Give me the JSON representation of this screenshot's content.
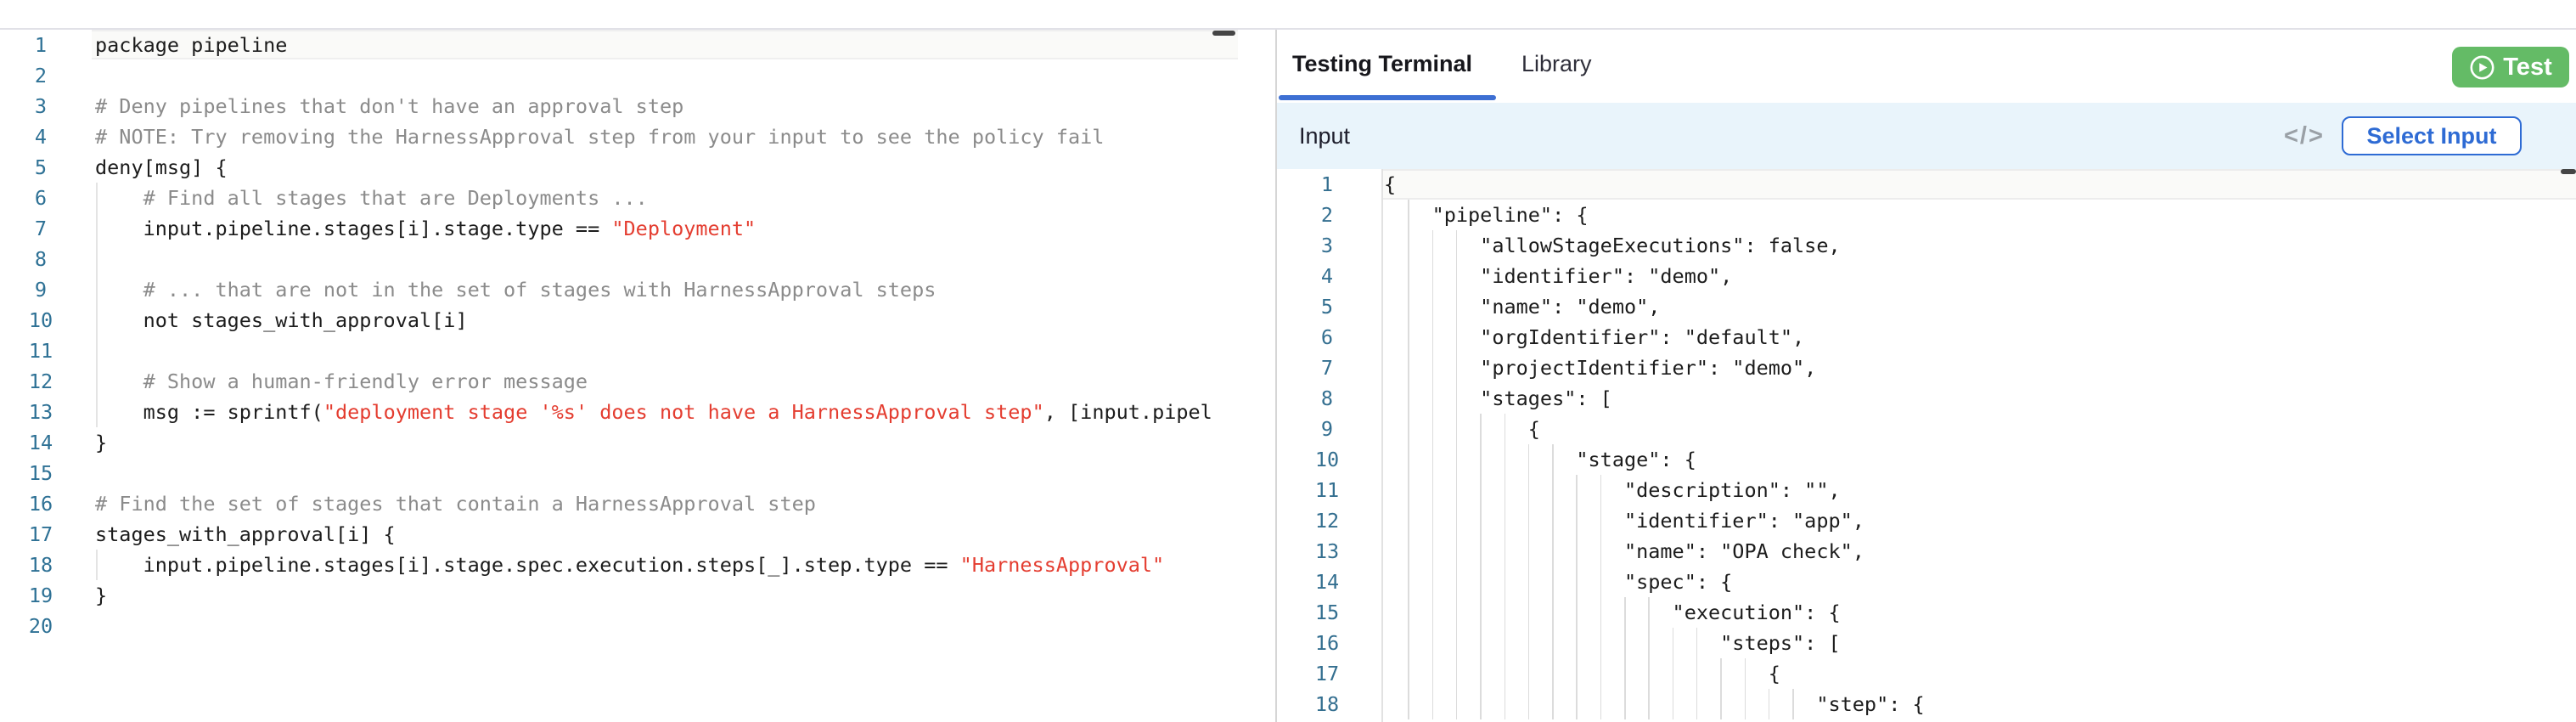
{
  "colors": {
    "accent_blue": "#3d6fd3",
    "select_button_blue": "#2e6bd4",
    "test_button_green": "#64bb66",
    "string_red": "#e43d30",
    "comment_gray": "#8b8b8b",
    "line_number_blue": "#2e7195",
    "input_band_blue": "#e9f4fb"
  },
  "left_editor": {
    "lines": [
      {
        "n": 1,
        "seg": [
          [
            "c",
            "package pipeline"
          ]
        ]
      },
      {
        "n": 2,
        "seg": []
      },
      {
        "n": 3,
        "seg": [
          [
            "m",
            "# Deny pipelines that don't have an approval step"
          ]
        ]
      },
      {
        "n": 4,
        "seg": [
          [
            "m",
            "# NOTE: Try removing the HarnessApproval step from your input to see the policy fail"
          ]
        ]
      },
      {
        "n": 5,
        "seg": [
          [
            "c",
            "deny[msg] {"
          ]
        ]
      },
      {
        "n": 6,
        "g": 1,
        "seg": [
          [
            "m",
            "    # Find all stages that are Deployments ..."
          ]
        ]
      },
      {
        "n": 7,
        "g": 1,
        "seg": [
          [
            "c",
            "    input.pipeline.stages[i].stage.type == "
          ],
          [
            "s",
            "\"Deployment\""
          ]
        ]
      },
      {
        "n": 8,
        "g": 1,
        "seg": []
      },
      {
        "n": 9,
        "g": 1,
        "seg": [
          [
            "m",
            "    # ... that are not in the set of stages with HarnessApproval steps"
          ]
        ]
      },
      {
        "n": 10,
        "g": 1,
        "seg": [
          [
            "c",
            "    not stages_with_approval[i]"
          ]
        ]
      },
      {
        "n": 11,
        "g": 1,
        "seg": []
      },
      {
        "n": 12,
        "g": 1,
        "seg": [
          [
            "m",
            "    # Show a human-friendly error message"
          ]
        ]
      },
      {
        "n": 13,
        "g": 1,
        "seg": [
          [
            "c",
            "    msg := sprintf("
          ],
          [
            "s",
            "\"deployment stage '%s' does not have a HarnessApproval step\""
          ],
          [
            "c",
            ", [input.pipel"
          ]
        ]
      },
      {
        "n": 14,
        "seg": [
          [
            "c",
            "}"
          ]
        ]
      },
      {
        "n": 15,
        "seg": []
      },
      {
        "n": 16,
        "seg": [
          [
            "m",
            "# Find the set of stages that contain a HarnessApproval step"
          ]
        ]
      },
      {
        "n": 17,
        "seg": [
          [
            "c",
            "stages_with_approval[i] {"
          ]
        ]
      },
      {
        "n": 18,
        "g": 1,
        "seg": [
          [
            "c",
            "    input.pipeline.stages[i].stage.spec.execution.steps[_].step.type == "
          ],
          [
            "s",
            "\"HarnessApproval\""
          ]
        ]
      },
      {
        "n": 19,
        "seg": [
          [
            "c",
            "}"
          ]
        ]
      },
      {
        "n": 20,
        "seg": []
      }
    ]
  },
  "right_panel": {
    "tabs": [
      {
        "label": "Testing Terminal",
        "active": true
      },
      {
        "label": "Library",
        "active": false
      }
    ],
    "test_button": {
      "label": "Test",
      "icon": "play-circle-icon"
    },
    "input_header": {
      "title": "Input",
      "code_icon": "</>",
      "select_button_label": "Select Input"
    },
    "json_editor": {
      "lines": [
        {
          "n": 1,
          "i": 0,
          "t": "{"
        },
        {
          "n": 2,
          "i": 4,
          "t": "    \"pipeline\": {"
        },
        {
          "n": 3,
          "i": 8,
          "t": "        \"allowStageExecutions\": false,"
        },
        {
          "n": 4,
          "i": 8,
          "t": "        \"identifier\": \"demo\","
        },
        {
          "n": 5,
          "i": 8,
          "t": "        \"name\": \"demo\","
        },
        {
          "n": 6,
          "i": 8,
          "t": "        \"orgIdentifier\": \"default\","
        },
        {
          "n": 7,
          "i": 8,
          "t": "        \"projectIdentifier\": \"demo\","
        },
        {
          "n": 8,
          "i": 8,
          "t": "        \"stages\": ["
        },
        {
          "n": 9,
          "i": 12,
          "t": "            {"
        },
        {
          "n": 10,
          "i": 16,
          "t": "                \"stage\": {"
        },
        {
          "n": 11,
          "i": 20,
          "t": "                    \"description\": \"\","
        },
        {
          "n": 12,
          "i": 20,
          "t": "                    \"identifier\": \"app\","
        },
        {
          "n": 13,
          "i": 20,
          "t": "                    \"name\": \"OPA check\","
        },
        {
          "n": 14,
          "i": 20,
          "t": "                    \"spec\": {"
        },
        {
          "n": 15,
          "i": 24,
          "t": "                        \"execution\": {"
        },
        {
          "n": 16,
          "i": 28,
          "t": "                            \"steps\": ["
        },
        {
          "n": 17,
          "i": 32,
          "t": "                                {"
        },
        {
          "n": 18,
          "i": 36,
          "t": "                                    \"step\": {"
        }
      ]
    }
  }
}
